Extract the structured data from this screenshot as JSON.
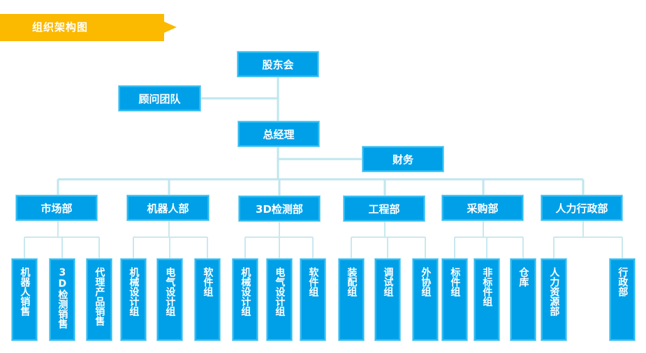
{
  "header": {
    "title": "组织架构图"
  },
  "top": {
    "shareholders": "股东会",
    "advisors": "顾问团队",
    "gm": "总经理",
    "finance": "财务"
  },
  "departments": [
    {
      "name": "市场部",
      "groups": [
        "机器人销售",
        "3D检测销售",
        "代理产品销售"
      ]
    },
    {
      "name": "机器人部",
      "groups": [
        "机械设计组",
        "电气设计组",
        "软件组"
      ]
    },
    {
      "name": "3D检测部",
      "groups": [
        "机械设计组",
        "电气设计组",
        "软件组"
      ]
    },
    {
      "name": "工程部",
      "groups": [
        "装配组",
        "调试组",
        "外协组"
      ]
    },
    {
      "name": "采购部",
      "groups": [
        "标件组",
        "非标件组",
        "仓库"
      ]
    },
    {
      "name": "人力行政部",
      "groups": [
        "人力资源部",
        "行政部"
      ]
    }
  ]
}
